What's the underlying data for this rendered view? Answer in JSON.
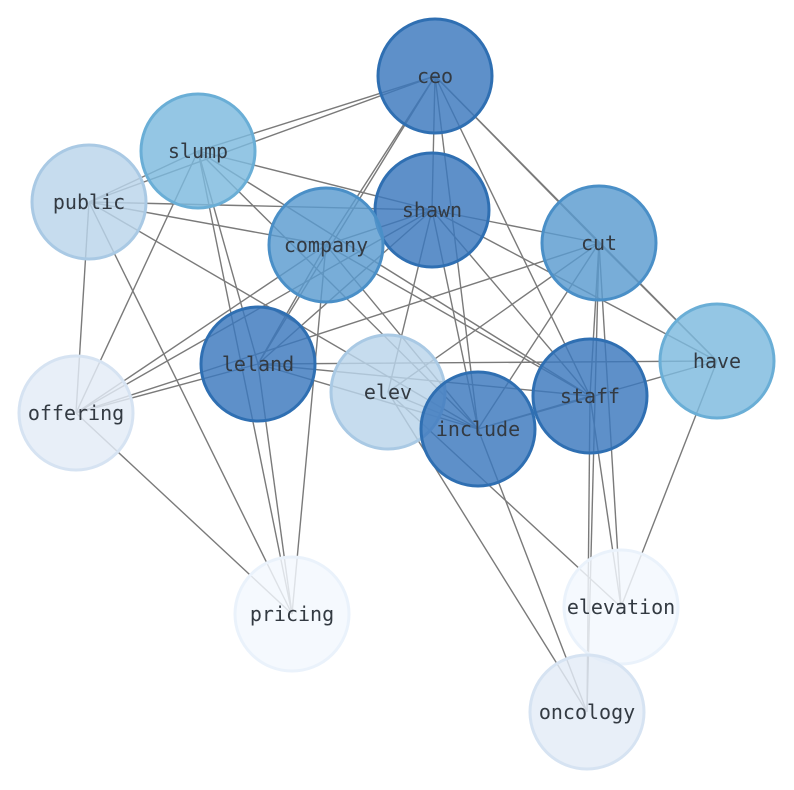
{
  "nodes": [
    {
      "id": "ceo",
      "label": "ceo",
      "fill": "#3a78bd",
      "stroke": "#2f6fb2"
    },
    {
      "id": "slump",
      "label": "slump",
      "fill": "#7db9de",
      "stroke": "#6aaed6"
    },
    {
      "id": "public",
      "label": "public",
      "fill": "#bad4ea",
      "stroke": "#a9c9e4"
    },
    {
      "id": "shawn",
      "label": "shawn",
      "fill": "#3a78bd",
      "stroke": "#2f6fb2"
    },
    {
      "id": "company",
      "label": "company",
      "fill": "#5a9bcf",
      "stroke": "#4a8fc7"
    },
    {
      "id": "cut",
      "label": "cut",
      "fill": "#5a9bcf",
      "stroke": "#4a8fc7"
    },
    {
      "id": "have",
      "label": "have",
      "fill": "#7db9de",
      "stroke": "#6aaed6"
    },
    {
      "id": "leland",
      "label": "leland",
      "fill": "#3a78bd",
      "stroke": "#2f6fb2"
    },
    {
      "id": "elev",
      "label": "elev",
      "fill": "#bad4ea",
      "stroke": "#a9c9e4"
    },
    {
      "id": "staff",
      "label": "staff",
      "fill": "#3a78bd",
      "stroke": "#2f6fb2"
    },
    {
      "id": "include",
      "label": "include",
      "fill": "#3a78bd",
      "stroke": "#2f6fb2"
    },
    {
      "id": "offering",
      "label": "offering",
      "fill": "#e3ecf7",
      "stroke": "#d6e3f2"
    },
    {
      "id": "pricing",
      "label": "pricing",
      "fill": "#f3f8fe",
      "stroke": "#eaf2fb"
    },
    {
      "id": "elevation",
      "label": "elevation",
      "fill": "#f3f8fe",
      "stroke": "#eaf2fb"
    },
    {
      "id": "oncology",
      "label": "oncology",
      "fill": "#e3ecf7",
      "stroke": "#d6e3f2"
    }
  ],
  "edges": [
    [
      "ceo",
      "slump"
    ],
    [
      "ceo",
      "public"
    ],
    [
      "ceo",
      "shawn"
    ],
    [
      "ceo",
      "company"
    ],
    [
      "ceo",
      "cut"
    ],
    [
      "ceo",
      "have"
    ],
    [
      "ceo",
      "leland"
    ],
    [
      "ceo",
      "staff"
    ],
    [
      "ceo",
      "include"
    ],
    [
      "slump",
      "public"
    ],
    [
      "slump",
      "shawn"
    ],
    [
      "slump",
      "offering"
    ],
    [
      "slump",
      "pricing"
    ],
    [
      "slump",
      "include"
    ],
    [
      "slump",
      "staff"
    ],
    [
      "slump",
      "leland"
    ],
    [
      "public",
      "shawn"
    ],
    [
      "public",
      "company"
    ],
    [
      "public",
      "offering"
    ],
    [
      "public",
      "pricing"
    ],
    [
      "public",
      "include"
    ],
    [
      "shawn",
      "company"
    ],
    [
      "shawn",
      "cut"
    ],
    [
      "shawn",
      "leland"
    ],
    [
      "shawn",
      "include"
    ],
    [
      "shawn",
      "staff"
    ],
    [
      "shawn",
      "elev"
    ],
    [
      "shawn",
      "offering"
    ],
    [
      "shawn",
      "have"
    ],
    [
      "company",
      "leland"
    ],
    [
      "company",
      "include"
    ],
    [
      "company",
      "staff"
    ],
    [
      "company",
      "pricing"
    ],
    [
      "company",
      "offering"
    ],
    [
      "cut",
      "include"
    ],
    [
      "cut",
      "staff"
    ],
    [
      "cut",
      "elevation"
    ],
    [
      "cut",
      "oncology"
    ],
    [
      "cut",
      "elev"
    ],
    [
      "cut",
      "offering"
    ],
    [
      "cut",
      "have"
    ],
    [
      "have",
      "leland"
    ],
    [
      "have",
      "include"
    ],
    [
      "have",
      "elevation"
    ],
    [
      "leland",
      "include"
    ],
    [
      "leland",
      "staff"
    ],
    [
      "leland",
      "offering"
    ],
    [
      "leland",
      "pricing"
    ],
    [
      "elev",
      "include"
    ],
    [
      "elev",
      "oncology"
    ],
    [
      "elev",
      "elevation"
    ],
    [
      "staff",
      "include"
    ],
    [
      "staff",
      "elevation"
    ],
    [
      "staff",
      "oncology"
    ],
    [
      "include",
      "oncology"
    ],
    [
      "offering",
      "pricing"
    ]
  ]
}
